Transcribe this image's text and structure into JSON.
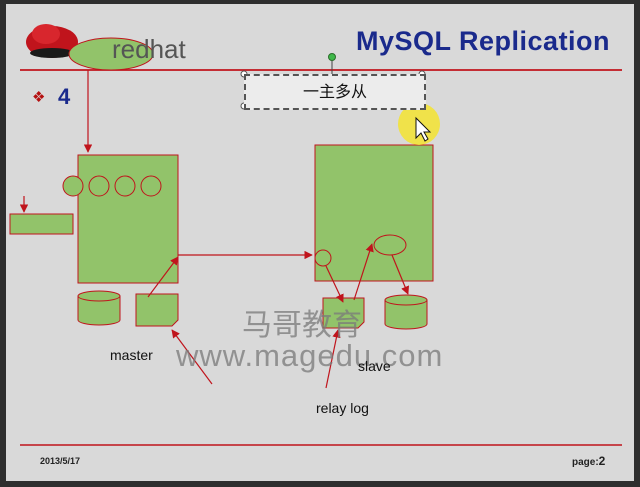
{
  "slide": {
    "title": "MySQL Replication",
    "logo_text": "redhat",
    "bullet_icon": "❖",
    "bullet_number": "4",
    "callout_text": "一主多从",
    "labels": {
      "master": "master",
      "slave": "slave",
      "relay_log": "relay log"
    },
    "watermark": {
      "chinese": "马哥教育",
      "url": "www.magedu.com"
    },
    "footer": {
      "date": "2013/5/17",
      "page_label": "page:",
      "page_number": "2"
    }
  },
  "icons": {
    "logo": "redhat-logo-icon",
    "cursor": "mouse-pointer-icon",
    "bullet": "diamond-bullet-icon"
  },
  "colors": {
    "title": "#1a2a8c",
    "accent_line": "#c0141c",
    "shape_fill": "#92c36a",
    "shape_stroke": "#c0141c",
    "cursor_highlight": "#f2e23a",
    "background": "#d9d9d9"
  }
}
